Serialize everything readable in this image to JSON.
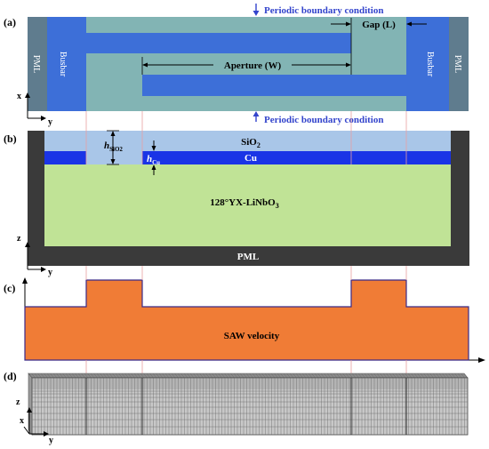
{
  "panels": {
    "a": {
      "label": "(a)",
      "pml_left": "PML",
      "pml_right": "PML",
      "busbar_left": "Busbar",
      "busbar_right": "Busbar",
      "pbc_top": "Periodic boundary condition",
      "pbc_bottom": "Periodic boundary condition",
      "gap_label": "Gap (L)",
      "aperture_label": "Aperture (W)",
      "axis_x": "x",
      "axis_y": "y"
    },
    "b": {
      "label": "(b)",
      "sio2": "SiO",
      "sio2_sub": "2",
      "cu": "Cu",
      "substrate": "128°YX-LiNbO",
      "substrate_sub": "3",
      "pml": "PML",
      "h_sio2": "h",
      "h_sio2_sub": "SiO2",
      "h_cu": "h",
      "h_cu_sub": "Cu",
      "axis_z": "z",
      "axis_y": "y"
    },
    "c": {
      "label": "(c)",
      "velocity": "SAW velocity"
    },
    "d": {
      "label": "(d)",
      "axis_z": "z",
      "axis_x": "x",
      "axis_y": "y"
    }
  },
  "colors": {
    "pml_gray": "#5f7c8e",
    "busbar_blue": "#3d6fd8",
    "region_teal": "#82b4b4",
    "sio2_light": "#a9c6e8",
    "cu_blue": "#1a34e6",
    "substrate_green": "#c0e396",
    "pml_dark": "#3a3a3a",
    "saw_orange": "#f07c36",
    "arrow_blue": "#3344cc",
    "mesh_gray": "#888888"
  }
}
